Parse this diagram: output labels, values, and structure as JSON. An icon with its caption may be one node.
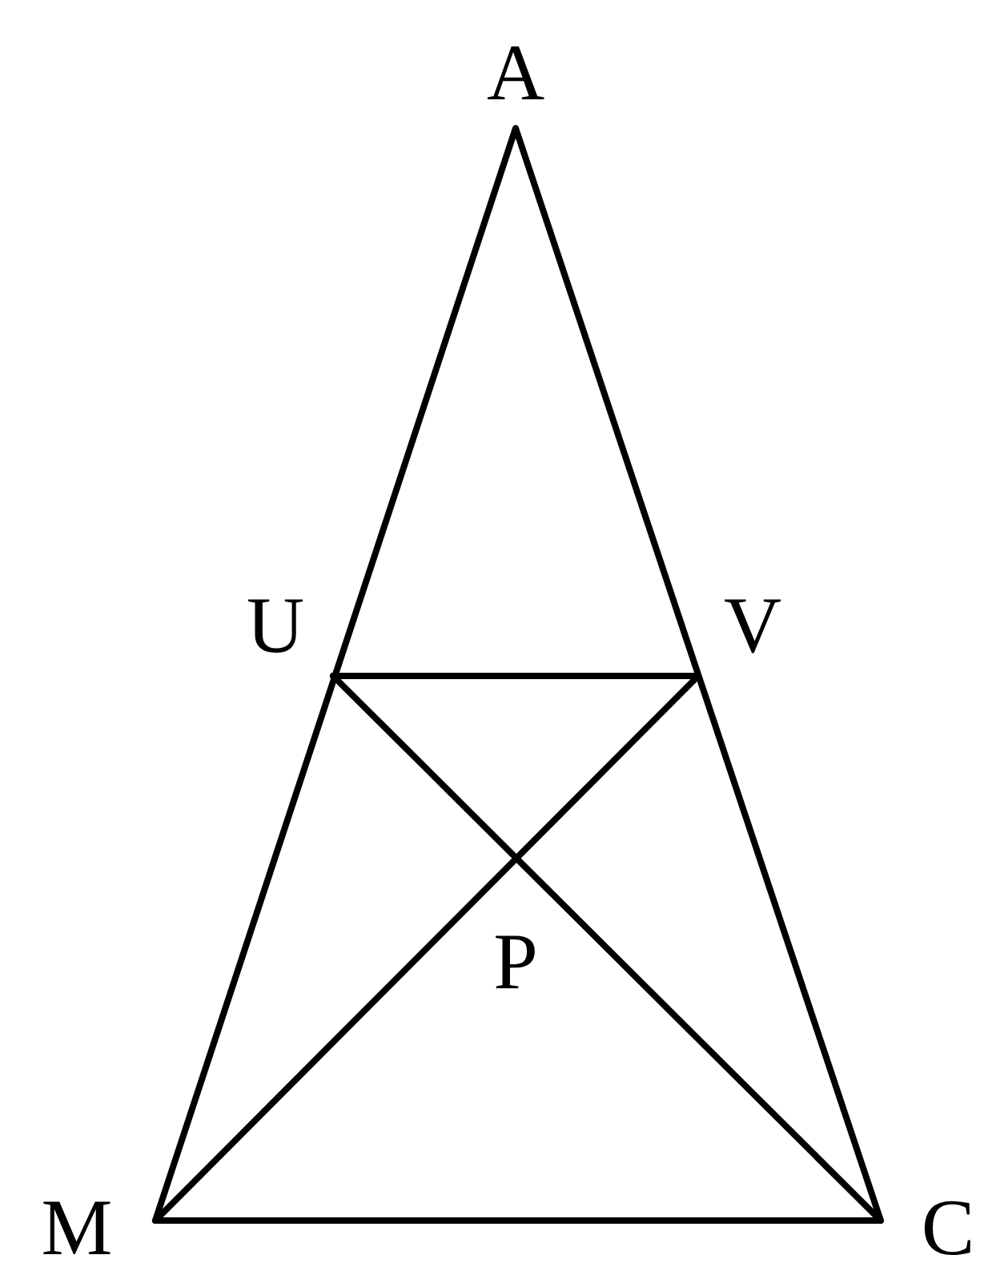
{
  "diagram": {
    "labels": [
      "A",
      "U",
      "V",
      "P",
      "M",
      "C"
    ]
  }
}
